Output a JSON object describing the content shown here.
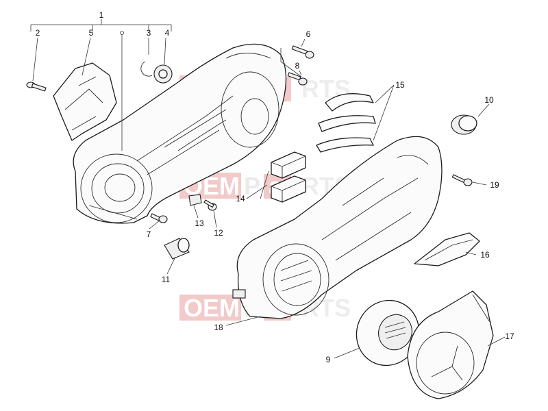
{
  "diagram": {
    "callouts": [
      {
        "id": "c1",
        "label": "1"
      },
      {
        "id": "c2",
        "label": "2"
      },
      {
        "id": "c3",
        "label": "3"
      },
      {
        "id": "c4",
        "label": "4"
      },
      {
        "id": "c5",
        "label": "5"
      },
      {
        "id": "c6",
        "label": "6"
      },
      {
        "id": "c7",
        "label": "7"
      },
      {
        "id": "c8",
        "label": "8"
      },
      {
        "id": "c9",
        "label": "9"
      },
      {
        "id": "c10",
        "label": "10"
      },
      {
        "id": "c11",
        "label": "11"
      },
      {
        "id": "c12",
        "label": "12"
      },
      {
        "id": "c13",
        "label": "13"
      },
      {
        "id": "c14",
        "label": "14"
      },
      {
        "id": "c15",
        "label": "15"
      },
      {
        "id": "c16",
        "label": "16"
      },
      {
        "id": "c17",
        "label": "17"
      },
      {
        "id": "c18",
        "label": "18"
      },
      {
        "id": "c19",
        "label": "19"
      }
    ]
  },
  "watermark": {
    "part1": "OEM",
    "part2": "P",
    "part3": "a",
    "part4": "RTS",
    "color_main": "#e02020",
    "color_light": "#f2b5b5"
  }
}
